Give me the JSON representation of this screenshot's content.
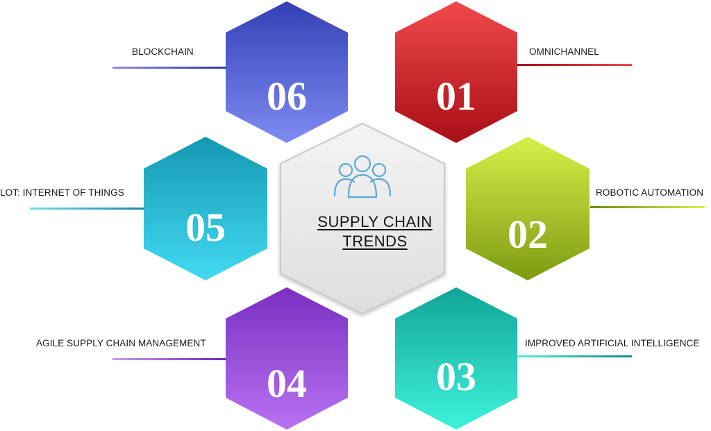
{
  "center": {
    "title_line1": "SUPPLY CHAIN",
    "title_line2": "TRENDS",
    "icon": "users-group-icon"
  },
  "trends": [
    {
      "number": "01",
      "label": "OMNICHANNEL",
      "color": "#d62a2a"
    },
    {
      "number": "02",
      "label": "ROBOTIC AUTOMATION",
      "color": "#a8c21a"
    },
    {
      "number": "03",
      "label": "IMPROVED ARTIFICIAL INTELLIGENCE",
      "color": "#1fbfa9"
    },
    {
      "number": "04",
      "label": "AGILE SUPPLY CHAIN MANAGEMENT",
      "color": "#8a45d6"
    },
    {
      "number": "05",
      "label": "LOT: INTERNET OF THINGS",
      "color": "#20b6d2"
    },
    {
      "number": "06",
      "label": "BLOCKCHAIN",
      "color": "#4450c8"
    }
  ]
}
